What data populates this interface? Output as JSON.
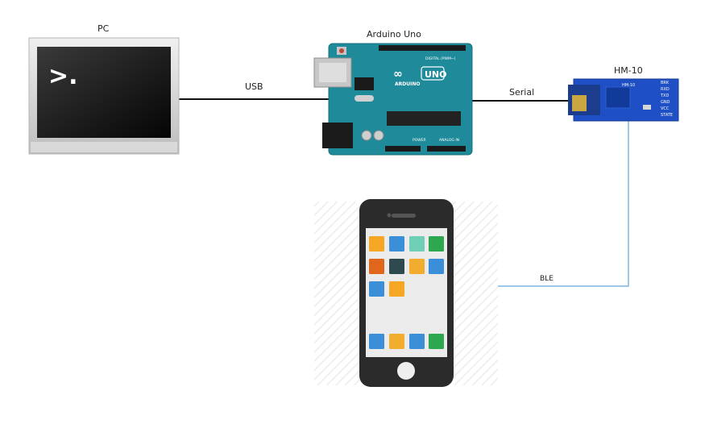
{
  "nodes": {
    "pc": {
      "label": "PC",
      "prompt": ">."
    },
    "arduino": {
      "label": "Arduino Uno",
      "logo_text": "ARDUINO",
      "model_text": "UNO",
      "header_digital": "DIGITAL (PWM~)",
      "header_power": "POWER",
      "header_analog": "ANALOG IN"
    },
    "hm10": {
      "label": "HM-10",
      "board_text": "HM-10",
      "pins": [
        "BRK",
        "RXD",
        "TXD",
        "GND",
        "VCC",
        "STATE"
      ]
    },
    "phone": {
      "label": ""
    }
  },
  "edges": {
    "usb": "USB",
    "serial": "Serial",
    "ble": "BLE"
  },
  "colors": {
    "arduino_board": "#1f8a9a",
    "hm10_board": "#1f4fc4",
    "ble_line": "#9cc8ea",
    "wire": "#111111",
    "app_icons": [
      "#f5a623",
      "#3b8fd8",
      "#6fcfb6",
      "#2ea84f",
      "#e0661c",
      "#2e4a4f",
      "#f3ad2e",
      "#3b8fd8",
      "#3b8fd8",
      "#f5a623",
      "#3b8fd8",
      "#f3ad2e",
      "#3b8fd8",
      "#2ea84f"
    ]
  }
}
